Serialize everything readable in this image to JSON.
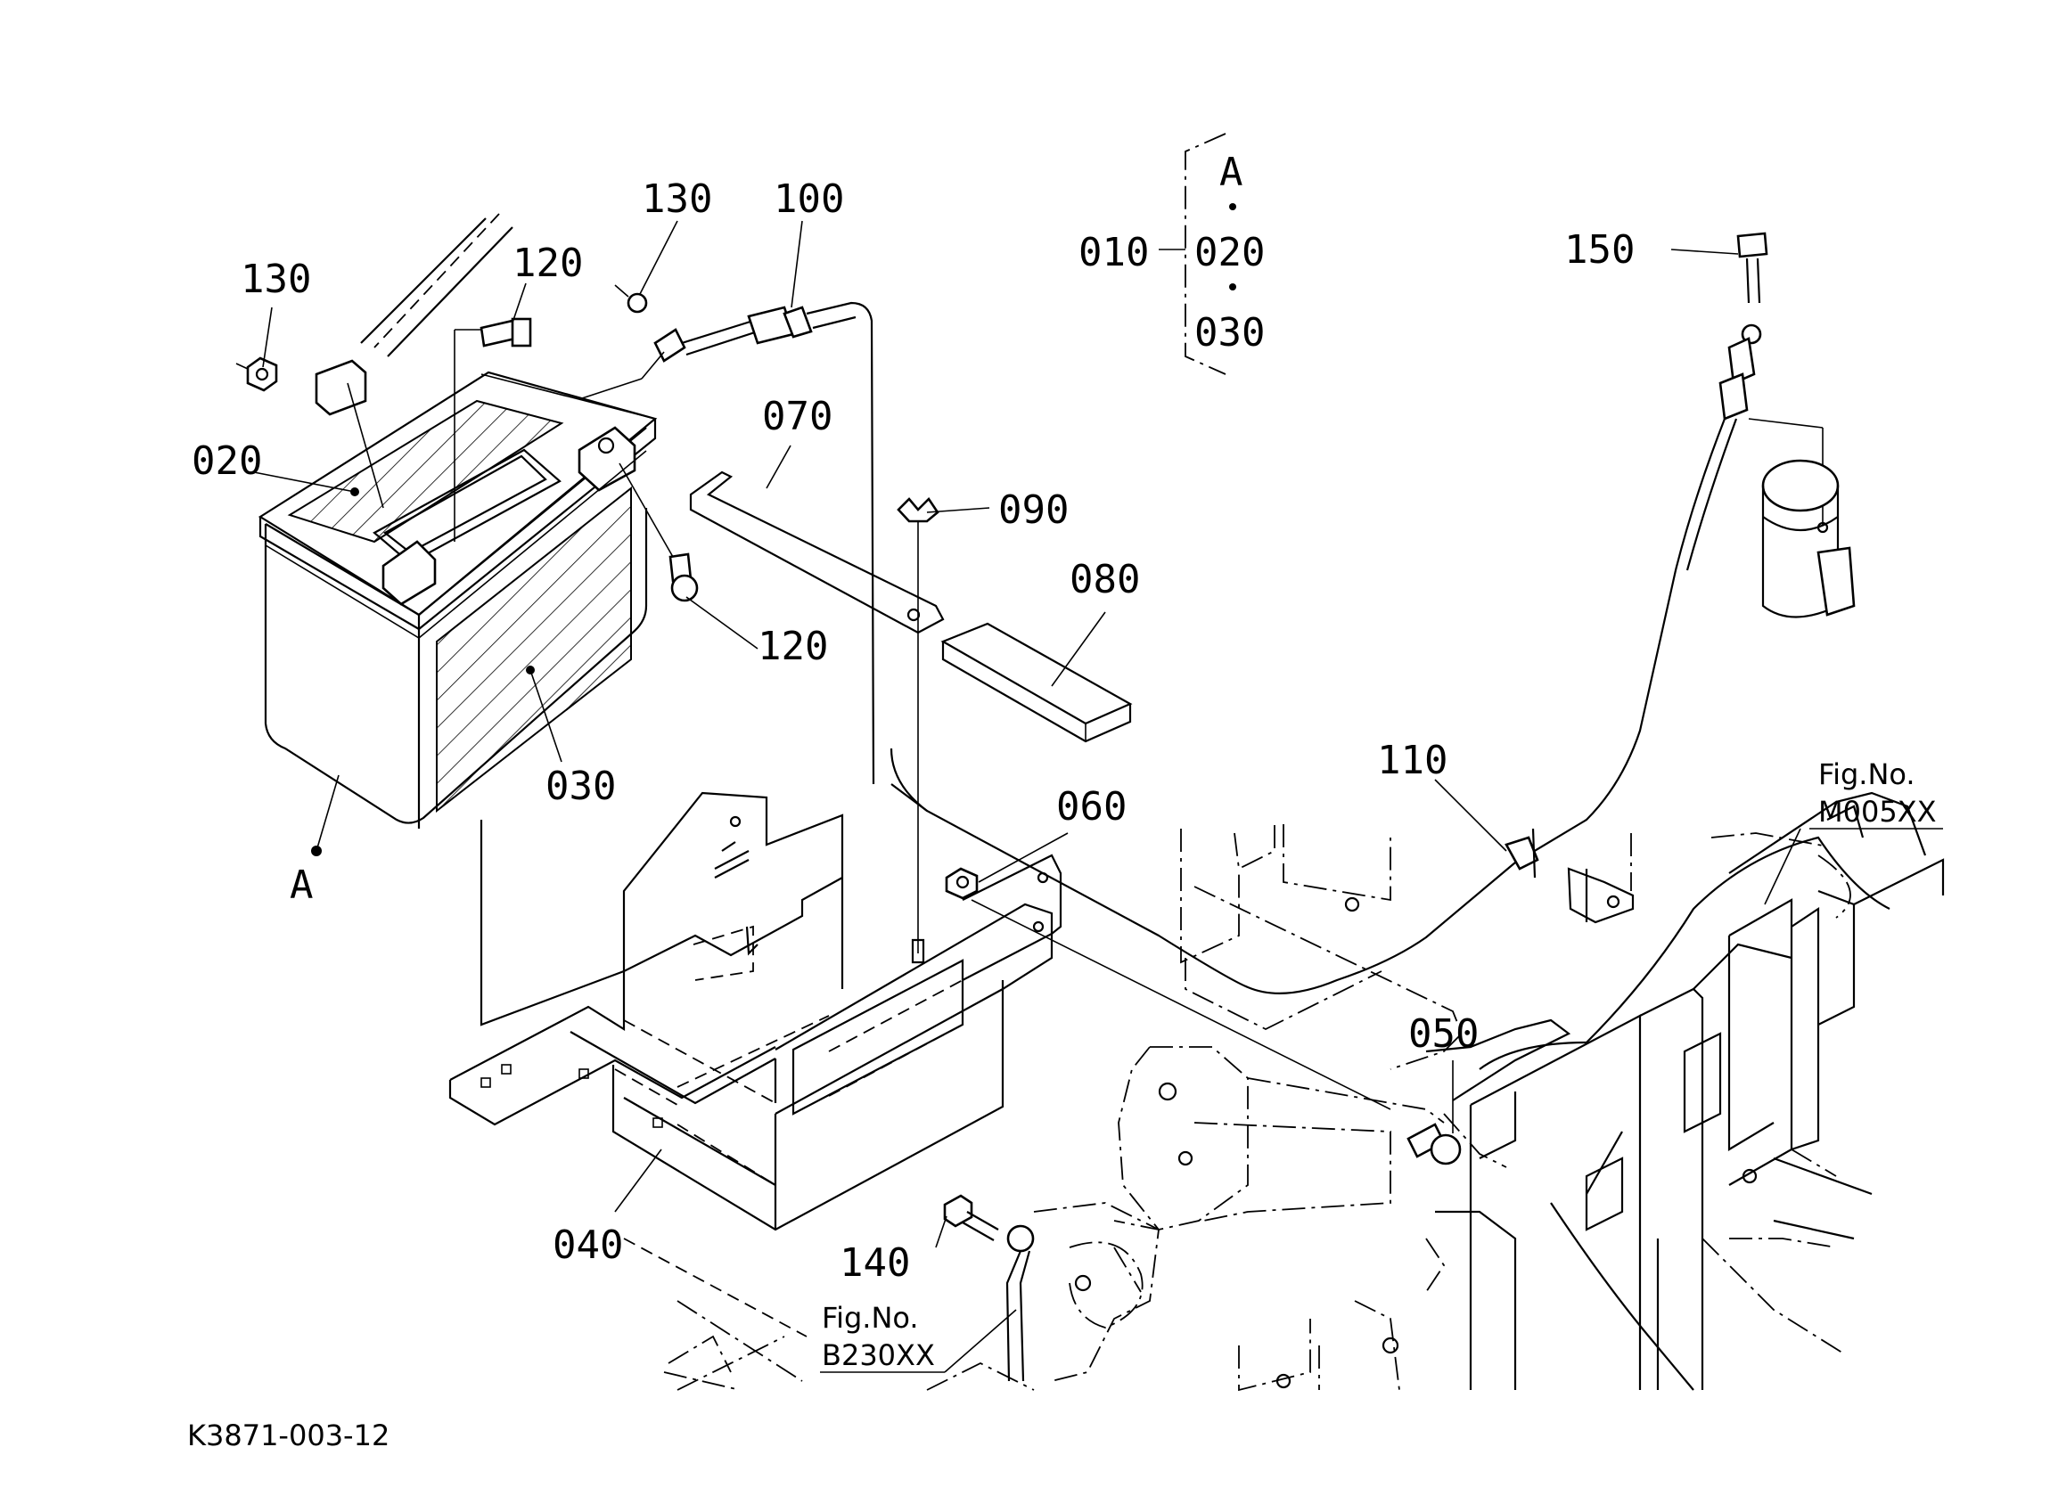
{
  "callouts": {
    "c130a": "130",
    "c120a": "120",
    "c020a": "020",
    "c130b": "130",
    "c100": "100",
    "c070": "070",
    "c090": "090",
    "c080": "080",
    "c120b": "120",
    "c030": "030",
    "cA": "A",
    "c060": "060",
    "c040": "040",
    "c140": "140",
    "c110": "110",
    "c050": "050",
    "c150": "150"
  },
  "set_legend": {
    "parent": "010",
    "set_label": "A",
    "members": [
      "020",
      "030"
    ]
  },
  "figure_refs": [
    {
      "label": "Fig.No.",
      "code": "M005XX"
    },
    {
      "label": "Fig.No.",
      "code": "B230XX"
    }
  ],
  "drawing_code": "K3871-003-12"
}
